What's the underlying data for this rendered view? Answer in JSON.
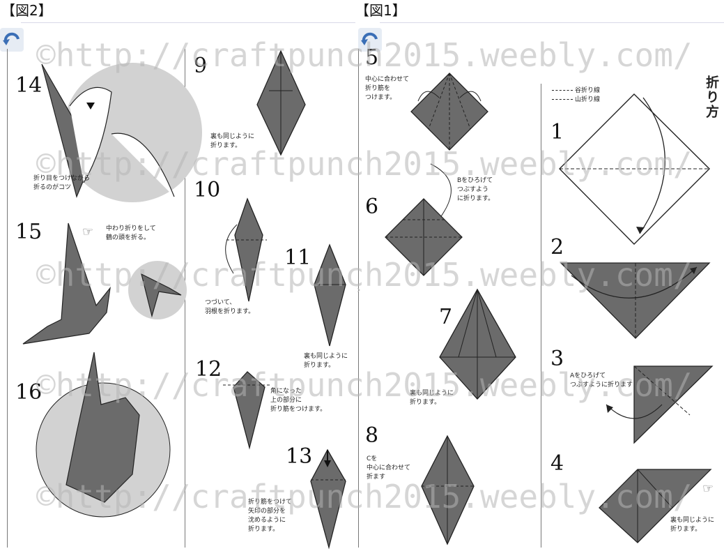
{
  "headers": {
    "left": "【図2】",
    "right": "【図1】"
  },
  "watermark": "©http://craftpunch2015.weebly.com/",
  "title": "折り方",
  "legend": {
    "valley": "谷折り線",
    "mountain": "山折り線"
  },
  "steps": {
    "s1": "1",
    "s2": "2",
    "s3": "3",
    "s4": "4",
    "s5": "5",
    "s6": "6",
    "s7": "7",
    "s8": "8",
    "s9": "9",
    "s10": "10",
    "s11": "11",
    "s12": "12",
    "s13": "13",
    "s14": "14",
    "s15": "15",
    "s16": "16"
  },
  "notes": {
    "n3": "Aをひろげて\nつぶすように折ります",
    "n4": "裏も同じように\n折ります。",
    "n5": "中心に合わせて\n折り筋を\nつけます。",
    "n6": "Bをひろげて\nつぶすよう\nに折ります。",
    "n7": "裏も同じように\n折ります。",
    "n8": "Cを\n中心に合わせて\n折ます",
    "n9": "裏も同じように\n折ります。",
    "n10": "つづいて、\n羽根を折ります。",
    "n11": "裏も同じように\n折ります。",
    "n12": "角になった\n上の部分に\n折り筋をつけます。",
    "n13": "折り筋をつけて\n矢印の部分を\n沈めるように\n折ります。",
    "n14": "折り目をつけながら\n折るのがコツ",
    "n15": "中わり折りをして\n鶴の頭を折る。"
  },
  "colors": {
    "paper": "#6b6b6b",
    "paperDark": "#4a4a4a",
    "line": "#222222",
    "circle": "#d2d2d2"
  }
}
